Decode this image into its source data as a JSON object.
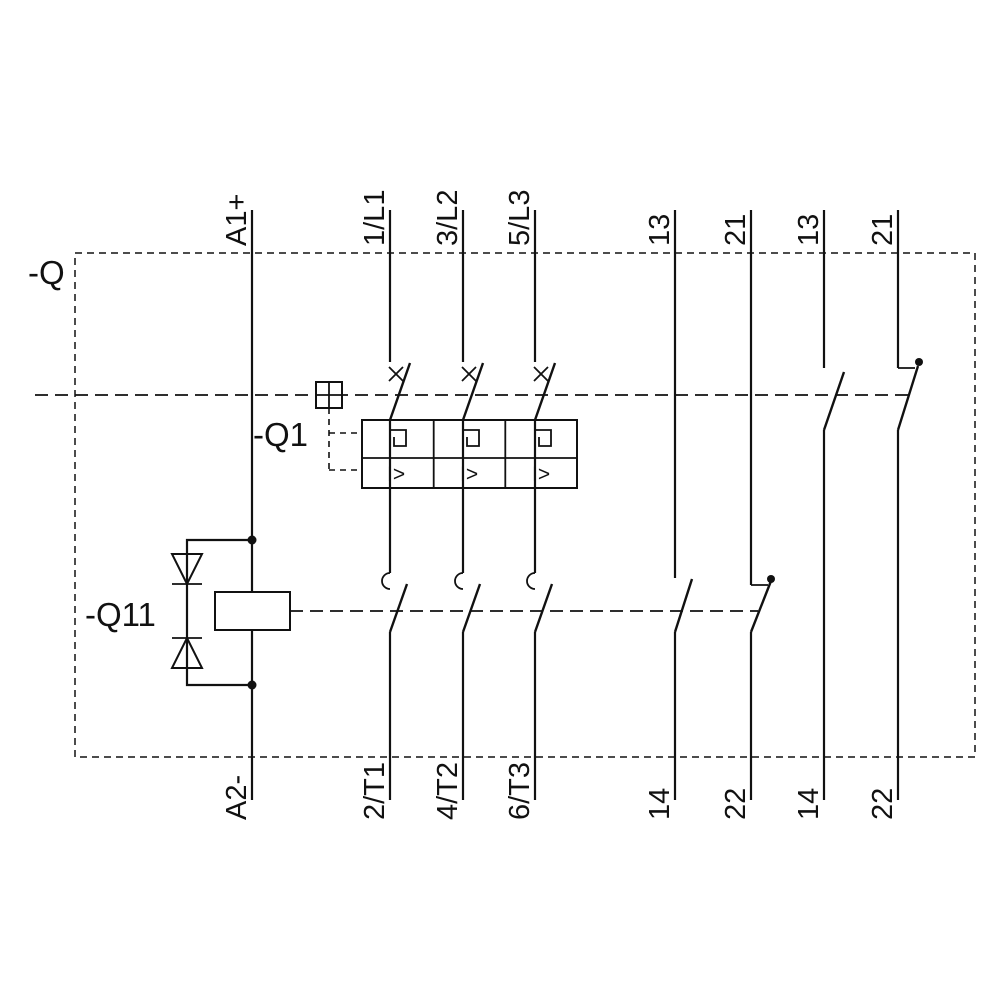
{
  "diagram": {
    "frame_label": "-Q",
    "breaker_label": "-Q1",
    "contactor_label": "-Q11",
    "top_terminals": [
      "A1+",
      "1/L1",
      "3/L2",
      "5/L3",
      "13",
      "21",
      "13",
      "21"
    ],
    "bottom_terminals": [
      "A2-",
      "2/T1",
      "4/T2",
      "6/T3",
      "14",
      "22",
      "14",
      "22"
    ],
    "overcurrent_markers": [
      "I>",
      "I>",
      "I>"
    ],
    "colors": {
      "line": "#111111",
      "background": "#ffffff"
    }
  }
}
